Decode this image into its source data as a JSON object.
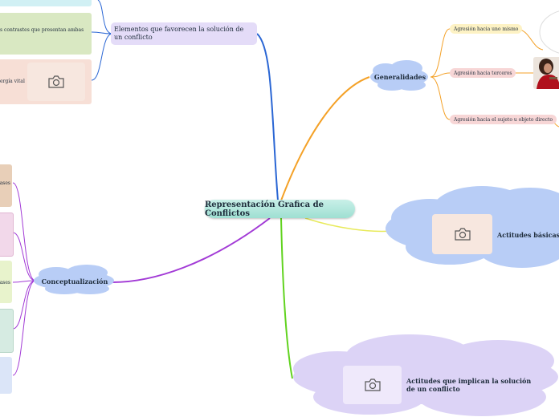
{
  "central": {
    "label": "Representación Grafica de Conflictos"
  },
  "generalidades": {
    "label": "Generalidades",
    "items": [
      {
        "label": "Agresión hacia uno mismo"
      },
      {
        "label": "Agresión hacia terceros"
      },
      {
        "label": "Agresión hacia el sujeto u objeto directo"
      }
    ]
  },
  "elementos": {
    "label": "Elementos que favorecen la solución de un conflicto",
    "items": [
      {
        "label": "s contrastes que presentan ambas"
      },
      {
        "label": "ergía vital"
      }
    ]
  },
  "conceptualizacion": {
    "label": "Conceptualización",
    "items": [
      {
        "label": "ases"
      },
      {
        "label": ""
      },
      {
        "label": "ases"
      },
      {
        "label": ""
      },
      {
        "label": ""
      }
    ]
  },
  "actitudes_basicas": {
    "label": "Actitudes básicas par"
  },
  "actitudes_solucion": {
    "label": "Actitudes que implican la solución de un conflicto"
  },
  "colors": {
    "central": "#9edfd2",
    "cloud_blue": "#b8cdf6",
    "cloud_purple": "#dcd3f6",
    "pill_yellow": "#fdf2c4",
    "pill_pink": "#f7d6d6",
    "branch_orange": "#f4a127",
    "branch_blue": "#2a66d4",
    "branch_purple": "#a23ad6",
    "branch_green": "#61d31f",
    "branch_yellow": "#e8ea5a"
  }
}
